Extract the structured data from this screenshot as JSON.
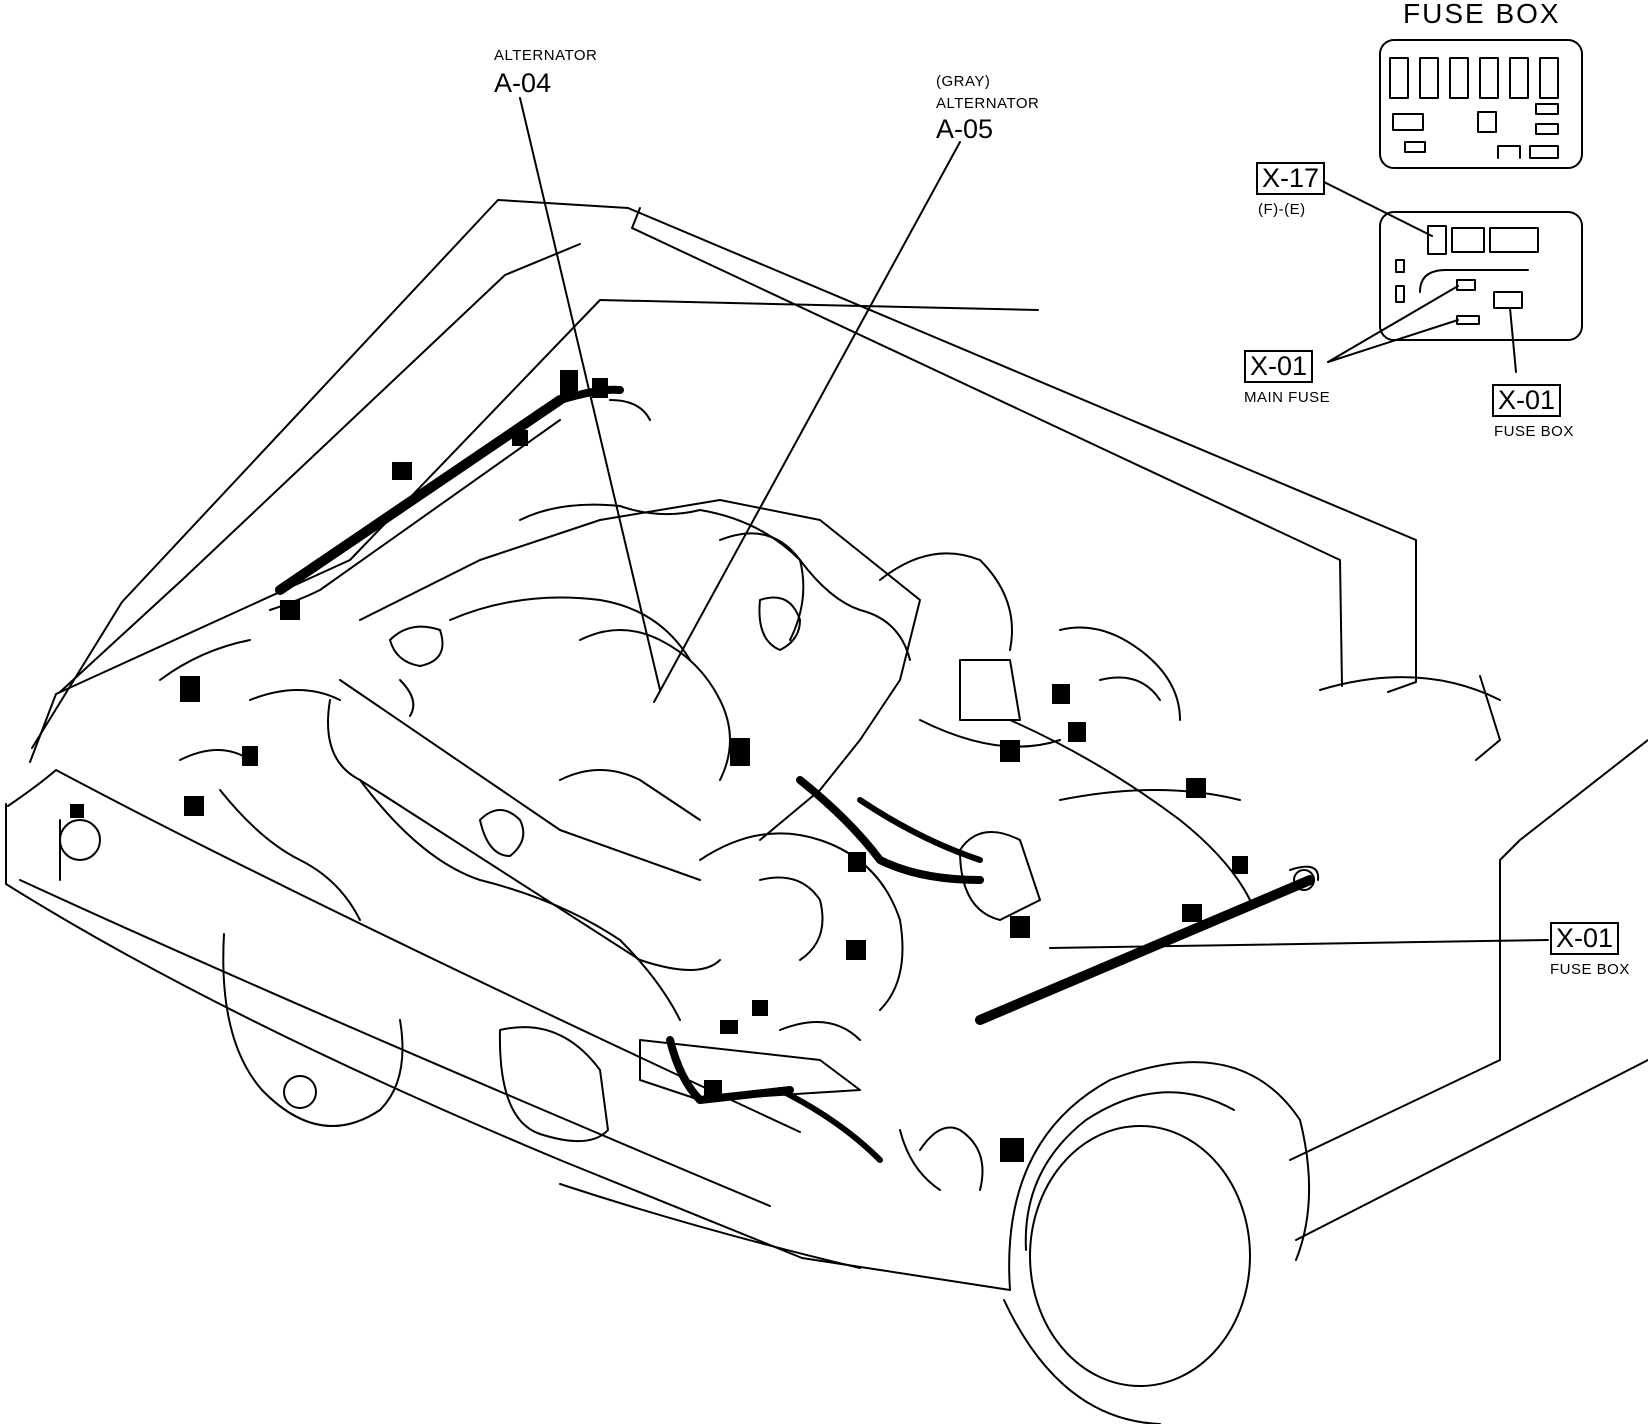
{
  "fusebox_title": "FUSE BOX",
  "callouts": [
    {
      "id": "a04",
      "sub": "ALTERNATOR",
      "code": "A-04"
    },
    {
      "id": "a05",
      "sub_top": "(GRAY)",
      "sub": "ALTERNATOR",
      "code": "A-05"
    },
    {
      "id": "x17",
      "code": "X-17",
      "sub": "(F)-(E)"
    },
    {
      "id": "x01-main",
      "code": "X-01",
      "sub": "MAIN FUSE"
    },
    {
      "id": "x01-inset",
      "code": "X-01",
      "sub": "FUSE BOX"
    },
    {
      "id": "x01-engine",
      "code": "X-01",
      "sub": "FUSE BOX"
    }
  ]
}
